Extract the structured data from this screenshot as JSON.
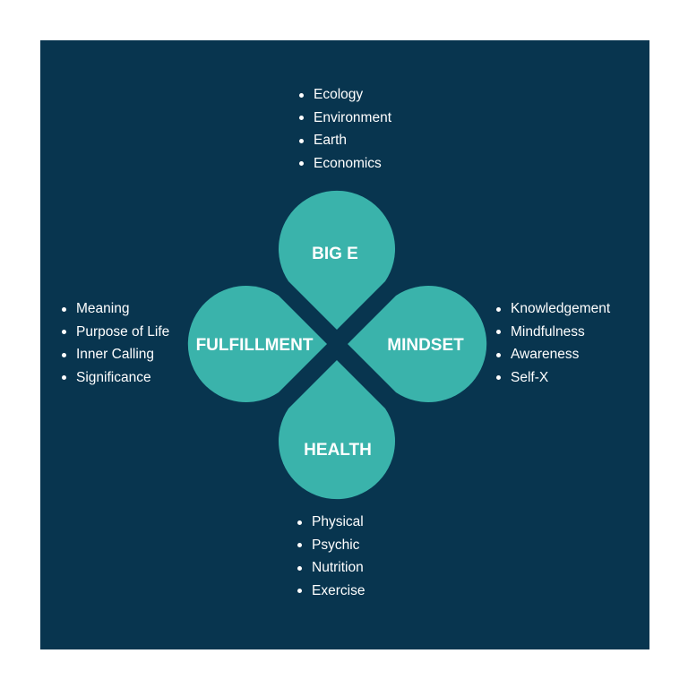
{
  "colors": {
    "background": "#08354f",
    "petal": "#3ab3ab",
    "text": "#ffffff",
    "page": "#ffffff"
  },
  "petals": {
    "top": "BIG E",
    "left": "FULFILLMENT",
    "right": "MINDSET",
    "bottom": "HEALTH"
  },
  "lists": {
    "top": [
      "Ecology",
      "Environment",
      "Earth",
      "Economics"
    ],
    "left": [
      "Meaning",
      "Purpose of Life",
      "Inner Calling",
      "Significance"
    ],
    "right": [
      "Knowledgement",
      "Mindfulness",
      "Awareness",
      "Self-X"
    ],
    "bottom": [
      "Physical",
      "Psychic",
      "Nutrition",
      "Exercise"
    ]
  }
}
